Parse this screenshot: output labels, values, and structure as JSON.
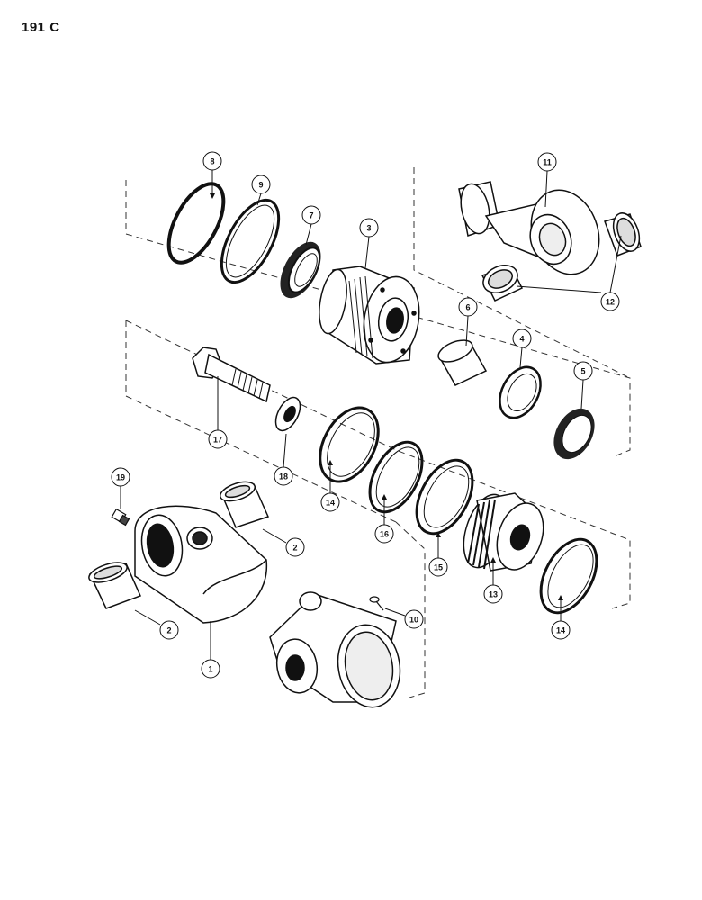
{
  "page_code": "191 C",
  "callouts": [
    "8",
    "9",
    "7",
    "3",
    "11",
    "12",
    "6",
    "4",
    "5",
    "17",
    "18",
    "14",
    "16",
    "15",
    "13",
    "19",
    "2",
    "1",
    "10"
  ],
  "colors": {
    "ink": "#111111",
    "paper": "#ffffff",
    "shade": "#555555"
  }
}
